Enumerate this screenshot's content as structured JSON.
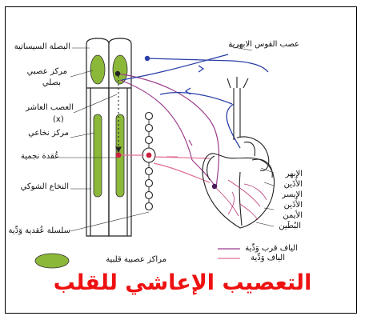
{
  "labels": {
    "medulla": "البصلة السيساتية",
    "cardio_center_1": "مركز عصبي",
    "cardio_center_2": "بصلي",
    "vagus": "العصب العاشر",
    "vagus_roman": "(x)",
    "spinal_center": "مركز نخاعي",
    "ganglion": "عُقدة نجمية",
    "spinal_cord": "النخاع الشوكي",
    "chain": "سلسلة عُقدية وَدِّية",
    "legend_cardiac_centers": "مراكز عصبية قلبية",
    "aortic_nerve": "عصب القوس الابهرية",
    "aorta": "الابهر",
    "left_atrium_1": "الأُذَين",
    "left_atrium_2": "الايسر",
    "right_atrium_1": "الأُذَين",
    "right_atrium_2": "الأيمن",
    "ventricle": "البُطَين",
    "legend_parasympathetic": "الياف قرب وَدِّية",
    "legend_sympathetic": "الياف وَدِّية"
  },
  "title": "التعصيب الإعاشي للقلب",
  "colors": {
    "center_fill": "#8cb83a",
    "parasympathetic": "#9a3c8c",
    "sympathetic": "#e07090",
    "aortic": "#2a3fa8",
    "title": "#ee1111"
  }
}
